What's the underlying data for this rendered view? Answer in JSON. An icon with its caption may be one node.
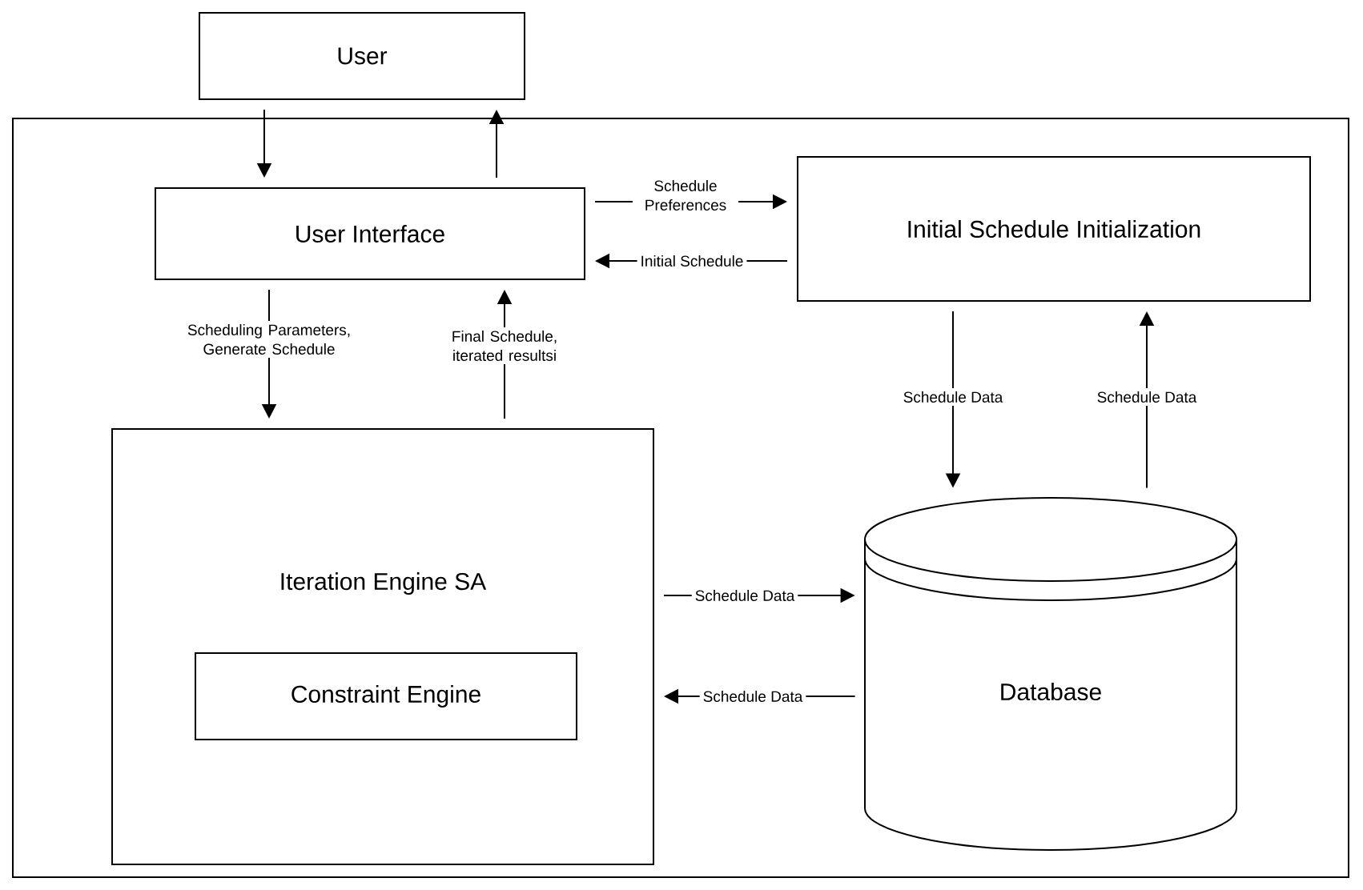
{
  "diagram": {
    "nodes": [
      {
        "text": [
          "User"
        ]
      },
      {
        "text": [],
        "shape": "box"
      },
      {
        "text": [
          "User Interface"
        ],
        "in": 1
      },
      {
        "text": [
          "Initial Schedule Initialization"
        ],
        "in": 1
      },
      {
        "text": [
          "Iteration Engine SA"
        ],
        "in": 1
      },
      {
        "text": [
          "Constraint Engine"
        ],
        "in": 4
      },
      {
        "text": [
          "Database"
        ],
        "in": 1
      }
    ],
    "edges": [
      {
        "from": 0,
        "to": 2,
        "arrow": "to"
      },
      {
        "from": 2,
        "to": 0,
        "arrow": "to"
      },
      {
        "from": 2,
        "to": 3,
        "arrow": "to",
        "label": "Schedule Preferences"
      },
      {
        "from": 3,
        "to": 2,
        "arrow": "to",
        "label": "Initial Schedule"
      },
      {
        "from": 2,
        "to": 4,
        "arrow": "to",
        "label": "Scheduling Parameters, Generate Schedule"
      },
      {
        "from": 4,
        "to": 2,
        "arrow": "to",
        "label": "Final Schedule, iterated resultsi"
      },
      {
        "from": 3,
        "to": 6,
        "arrow": "to",
        "label": "Schedule Data"
      },
      {
        "from": 6,
        "to": 3,
        "arrow": "to",
        "label": "Schedule Data"
      },
      {
        "from": 4,
        "to": 6,
        "arrow": "to",
        "label": "Schedule Data"
      },
      {
        "from": 6,
        "to": 4,
        "arrow": "to",
        "label": "Schedule Data"
      }
    ]
  }
}
